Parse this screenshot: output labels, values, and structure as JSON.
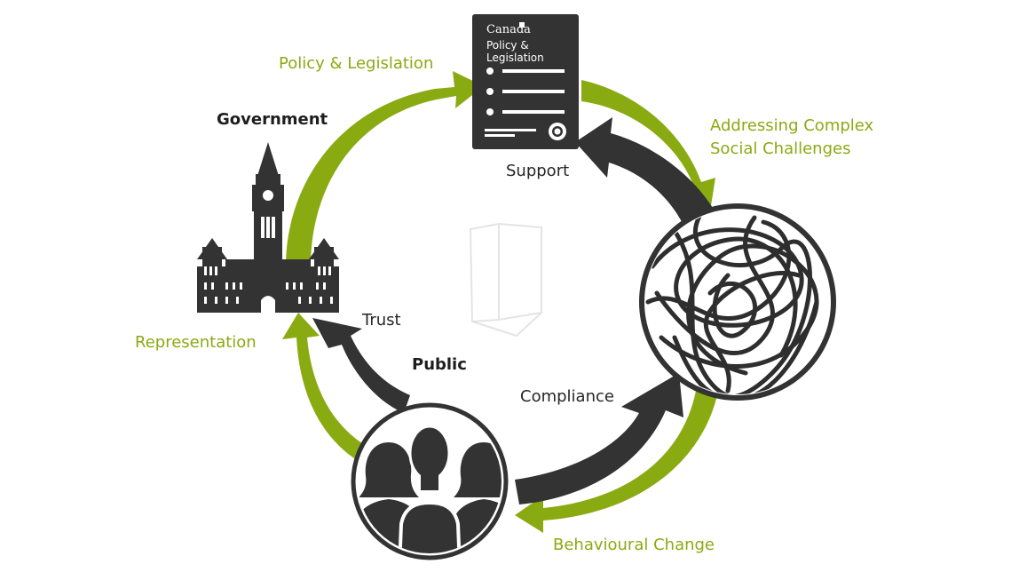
{
  "colors": {
    "green": "#8aaa12",
    "dark": "#333333",
    "white": "#ffffff"
  },
  "labels": {
    "policy_legislation": "Policy & Legislation",
    "addressing_line1": "Addressing Complex",
    "addressing_line2": "Social Challenges",
    "support": "Support",
    "government": "Government",
    "trust": "Trust",
    "representation": "Representation",
    "public": "Public",
    "compliance": "Compliance",
    "behavioural_change": "Behavioural Change"
  },
  "document": {
    "brand": "Canada",
    "title_line1": "Policy &",
    "title_line2": "Legislation"
  },
  "icons": {
    "government": "parliament-building-icon",
    "document": "policy-document-icon",
    "challenges": "tangled-lines-icon",
    "public": "people-group-icon"
  }
}
